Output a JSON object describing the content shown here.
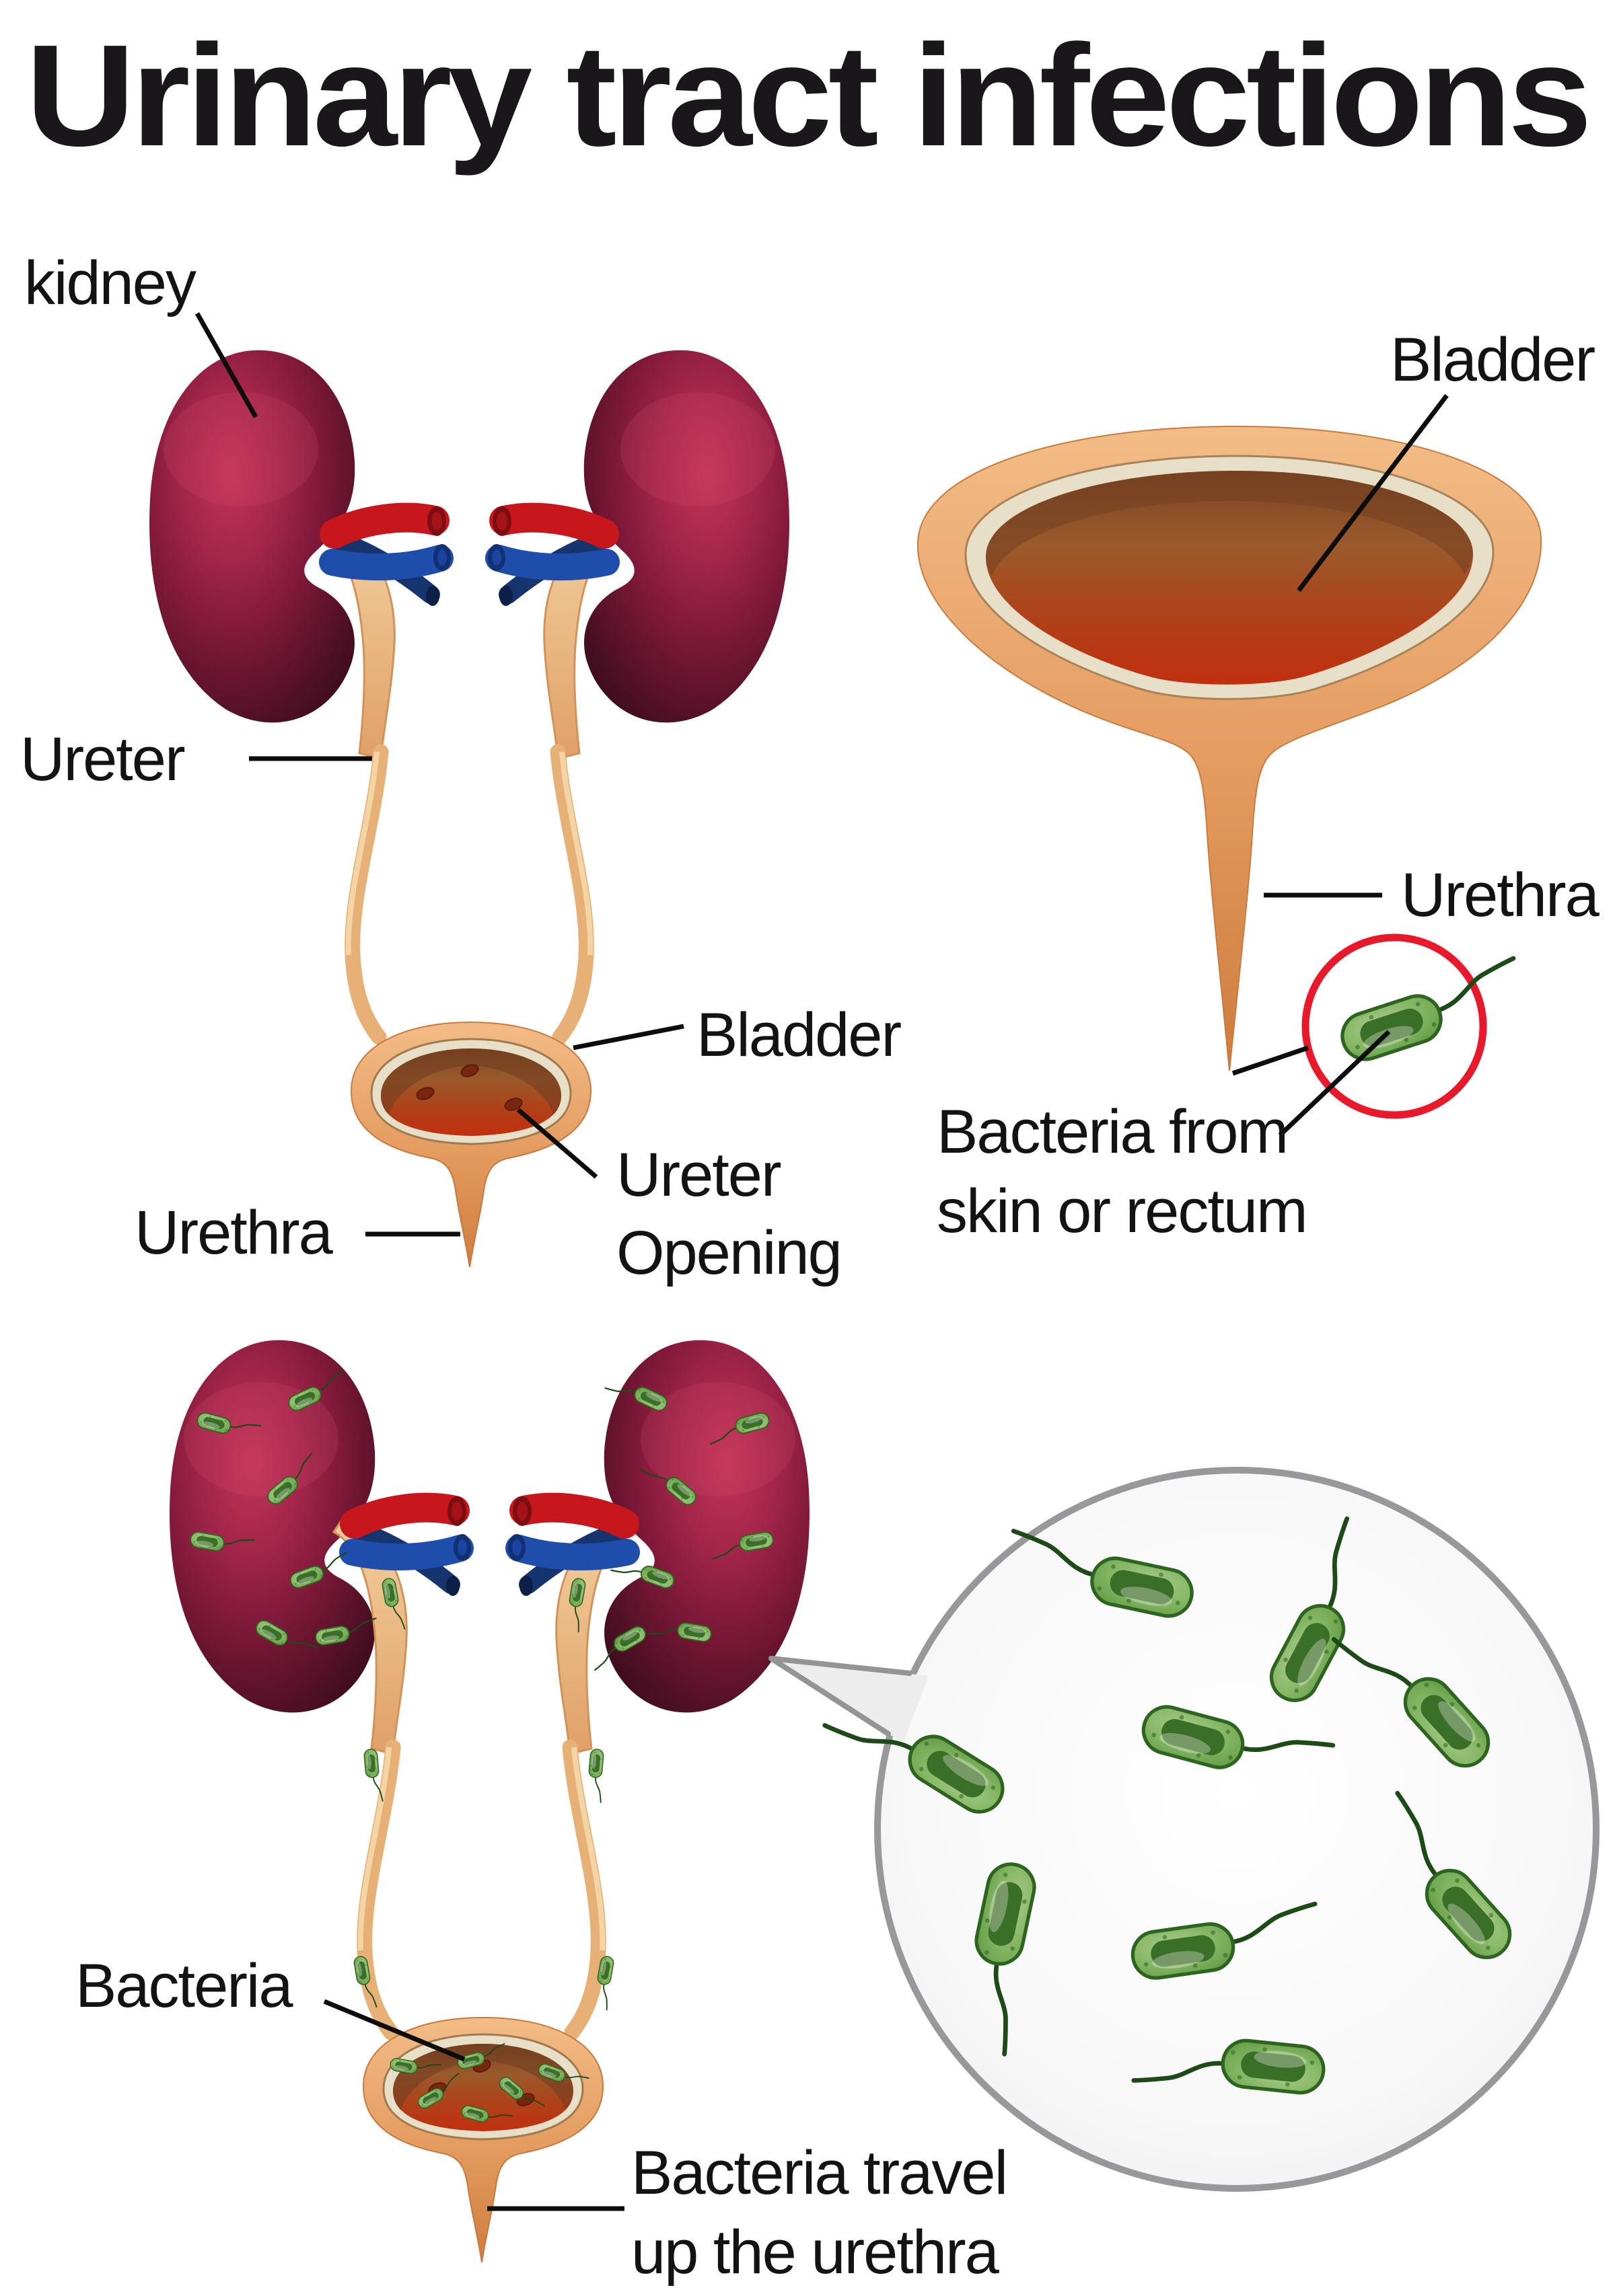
{
  "title": "Urinary tract infections",
  "panels": {
    "urinary_system": {
      "labels": {
        "kidney": "kidney",
        "ureter": "Ureter",
        "bladder": "Bladder",
        "ureter_opening_line1": "Ureter",
        "ureter_opening_line2": "Opening",
        "urethra": "Urethra"
      }
    },
    "bladder_closeup": {
      "labels": {
        "bladder": "Bladder",
        "urethra": "Urethra",
        "bacteria_source_line1": "Bacteria from",
        "bacteria_source_line2": "skin or rectum"
      }
    },
    "infected_system": {
      "labels": {
        "bacteria": "Bacteria",
        "bacteria_travel_line1": "Bacteria travel",
        "bacteria_travel_line2": "up the urethra"
      }
    }
  },
  "colors": {
    "kidney_crimson": "#a2254a",
    "kidney_shadow": "#390b1c",
    "artery_red": "#c8161d",
    "vein_blue": "#1e4dab",
    "ureter_tan": "#e7b076",
    "organ_wall_tan": "#eda872",
    "lining_cream": "#e7dfc7",
    "urine_brown": "#9a5a2c",
    "urine_red": "#c22f0e",
    "bacteria_green": "#86b765",
    "bacteria_core_green": "#3a6f28",
    "alert_circle_red": "#e8192b",
    "magnifier_gray": "#98989a",
    "pointer_black": "#0d0d0d",
    "text_black": "#131313"
  }
}
